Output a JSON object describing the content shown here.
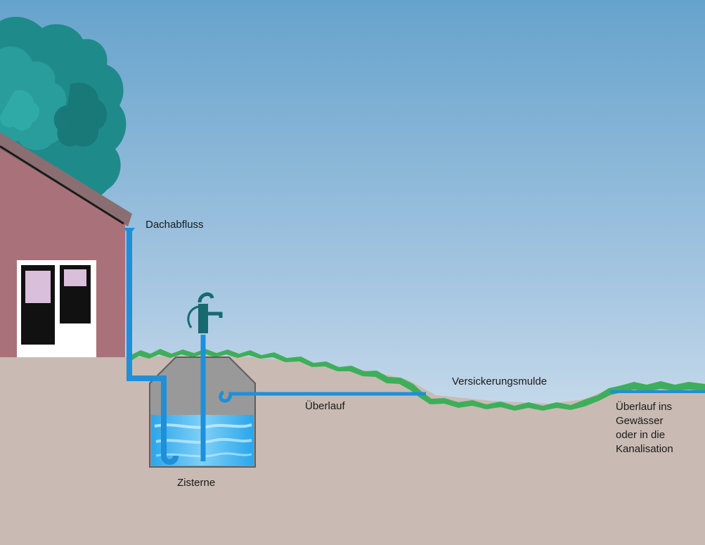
{
  "labels": {
    "roof_runoff": "Dachabfluss",
    "overflow": "Überlauf",
    "infiltration_swale": "Versickerungsmulde",
    "cistern": "Zisterne",
    "overflow_outlet": "Überlauf ins\nGewässer\noder in die\nKanalisation"
  },
  "colors": {
    "sky_top": "#66a3cc",
    "sky_bottom": "#dfeaf2",
    "ground": "#c9bbb3",
    "house_wall": "#a9727b",
    "roof": "#8a6e72",
    "tree": "#1f8a8a",
    "grass": "#3fae5a",
    "pipe": "#1e8fd8",
    "pump": "#156a70",
    "cistern_body": "#9b9b9b",
    "water": "#3bb2ef"
  }
}
